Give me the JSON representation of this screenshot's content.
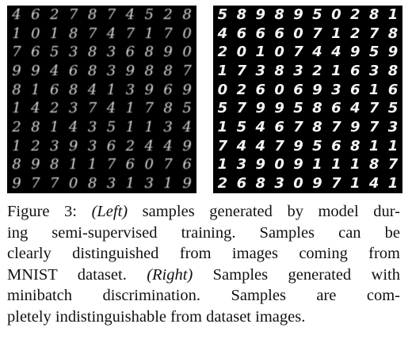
{
  "left_panel": {
    "rows": [
      [
        "4",
        "6",
        "2",
        "7",
        "8",
        "7",
        "4",
        "5",
        "2",
        "8"
      ],
      [
        "1",
        "0",
        "1",
        "8",
        "7",
        "4",
        "7",
        "1",
        "7",
        "0"
      ],
      [
        "7",
        "6",
        "5",
        "3",
        "8",
        "3",
        "6",
        "8",
        "9",
        "0"
      ],
      [
        "9",
        "9",
        "4",
        "6",
        "8",
        "3",
        "9",
        "8",
        "8",
        "7"
      ],
      [
        "8",
        "1",
        "6",
        "8",
        "4",
        "1",
        "3",
        "9",
        "6",
        "9"
      ],
      [
        "1",
        "4",
        "2",
        "3",
        "7",
        "4",
        "1",
        "7",
        "8",
        "5"
      ],
      [
        "2",
        "8",
        "1",
        "4",
        "3",
        "5",
        "1",
        "1",
        "3",
        "4"
      ],
      [
        "1",
        "2",
        "3",
        "9",
        "3",
        "6",
        "2",
        "4",
        "4",
        "9"
      ],
      [
        "8",
        "9",
        "8",
        "1",
        "1",
        "7",
        "6",
        "0",
        "7",
        "6"
      ],
      [
        "9",
        "7",
        "7",
        "0",
        "8",
        "3",
        "1",
        "3",
        "1",
        "9"
      ]
    ]
  },
  "right_panel": {
    "rows": [
      [
        "5",
        "8",
        "9",
        "8",
        "9",
        "5",
        "0",
        "2",
        "8",
        "1"
      ],
      [
        "4",
        "6",
        "6",
        "6",
        "0",
        "7",
        "1",
        "2",
        "7",
        "8"
      ],
      [
        "2",
        "0",
        "1",
        "0",
        "7",
        "4",
        "4",
        "9",
        "5",
        "9"
      ],
      [
        "1",
        "7",
        "3",
        "8",
        "3",
        "2",
        "1",
        "6",
        "3",
        "8"
      ],
      [
        "0",
        "2",
        "6",
        "0",
        "6",
        "9",
        "3",
        "6",
        "1",
        "6"
      ],
      [
        "5",
        "7",
        "9",
        "9",
        "5",
        "8",
        "6",
        "4",
        "7",
        "5"
      ],
      [
        "1",
        "5",
        "4",
        "6",
        "7",
        "8",
        "7",
        "9",
        "7",
        "3"
      ],
      [
        "7",
        "4",
        "4",
        "7",
        "9",
        "5",
        "6",
        "8",
        "1",
        "1"
      ],
      [
        "1",
        "3",
        "9",
        "0",
        "9",
        "1",
        "1",
        "1",
        "8",
        "7"
      ],
      [
        "2",
        "6",
        "8",
        "3",
        "0",
        "9",
        "7",
        "1",
        "4",
        "1"
      ]
    ]
  },
  "caption": {
    "label": "Figure 3:",
    "left_tag": "(Left)",
    "right_tag": "(Right)",
    "line1_after_left": "samples generated by model dur-",
    "line2": "ing semi-supervised training.  Samples can be",
    "line3": "clearly distinguished from images coming from",
    "line4_before_right": "MNIST dataset.",
    "line4_after_right": "Samples generated with",
    "line5": "minibatch discrimination.   Samples are com-",
    "line6": "pletely indistinguishable from dataset images."
  }
}
